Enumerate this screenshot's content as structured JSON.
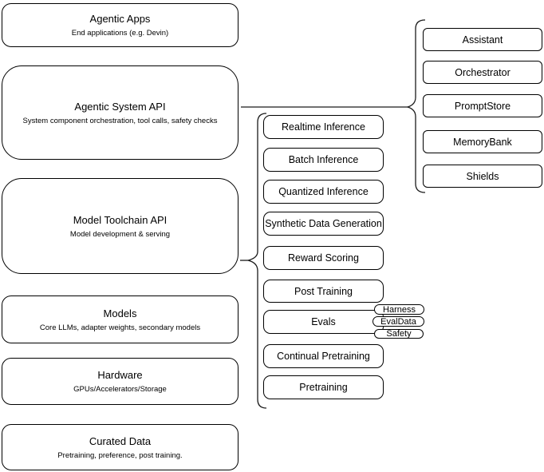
{
  "diagram": {
    "stack_layers": [
      {
        "title": "Agentic Apps",
        "subtitle": "End applications (e.g. Devin)"
      },
      {
        "title": "Agentic System API",
        "subtitle": "System component orchestration, tool calls, safety checks"
      },
      {
        "title": "Model Toolchain API",
        "subtitle": "Model development & serving"
      },
      {
        "title": "Models",
        "subtitle": "Core LLMs, adapter weights, secondary models"
      },
      {
        "title": "Hardware",
        "subtitle": "GPUs/Accelerators/Storage"
      },
      {
        "title": "Curated Data",
        "subtitle": "Pretraining, preference, post training."
      }
    ],
    "toolchain_services": {
      "items": [
        "Realtime Inference",
        "Batch Inference",
        "Quantized Inference",
        "Synthetic Data Generation",
        "Reward Scoring",
        "Post Training",
        "Evals",
        "Continual Pretraining",
        "Pretraining"
      ],
      "eval_badges": [
        "Harness",
        "EvalData",
        "Safety"
      ]
    },
    "system_services": [
      "Assistant",
      "Orchestrator",
      "PromptStore",
      "MemoryBank",
      "Shields"
    ],
    "colors": {
      "stroke": "#000000",
      "fill": "#ffffff",
      "text": "#000000"
    }
  }
}
